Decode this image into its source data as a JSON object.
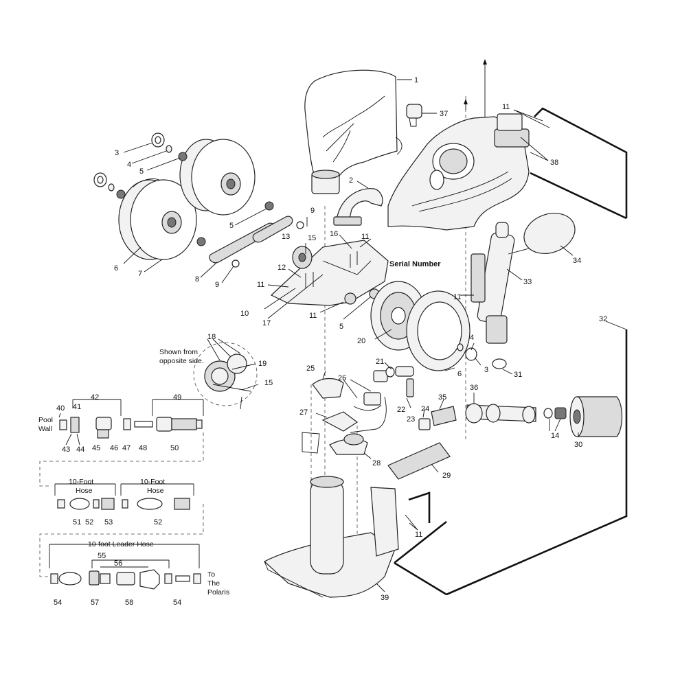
{
  "labels": {
    "serial": "Serial Number",
    "shown1": "Shown from",
    "shown2": "opposite side.",
    "pool1": "Pool",
    "pool2": "Wall",
    "hose1": "10-Foot",
    "hose2": "Hose",
    "leader": "10-foot Leader Hose",
    "to1": "To",
    "to2": "The",
    "to3": "Polaris"
  },
  "callouts": {
    "n1": "1",
    "n2": "2",
    "n3": "3",
    "n4": "4",
    "n5": "5",
    "n6": "6",
    "n7": "7",
    "n8": "8",
    "n9": "9",
    "n10": "10",
    "n11": "11",
    "n12": "12",
    "n13": "13",
    "n14": "14",
    "n15": "15",
    "n16": "16",
    "n17": "17",
    "n18": "18",
    "n19": "19",
    "n20": "20",
    "n21": "21",
    "n22": "22",
    "n23": "23",
    "n24": "24",
    "n25": "25",
    "n26": "26",
    "n27": "27",
    "n28": "28",
    "n29": "29",
    "n30": "30",
    "n31": "31",
    "n32": "32",
    "n33": "33",
    "n34": "34",
    "n35": "35",
    "n36": "36",
    "n37": "37",
    "n38": "38",
    "n39": "39",
    "n40": "40",
    "n41": "41",
    "n42": "42",
    "n43": "43",
    "n44": "44",
    "n45": "45",
    "n46": "46",
    "n47": "47",
    "n48": "48",
    "n49": "49",
    "n50": "50",
    "n51": "51",
    "n52": "52",
    "n53": "53",
    "n54": "54",
    "n55": "55",
    "n56": "56",
    "n57": "57",
    "n58": "58"
  }
}
